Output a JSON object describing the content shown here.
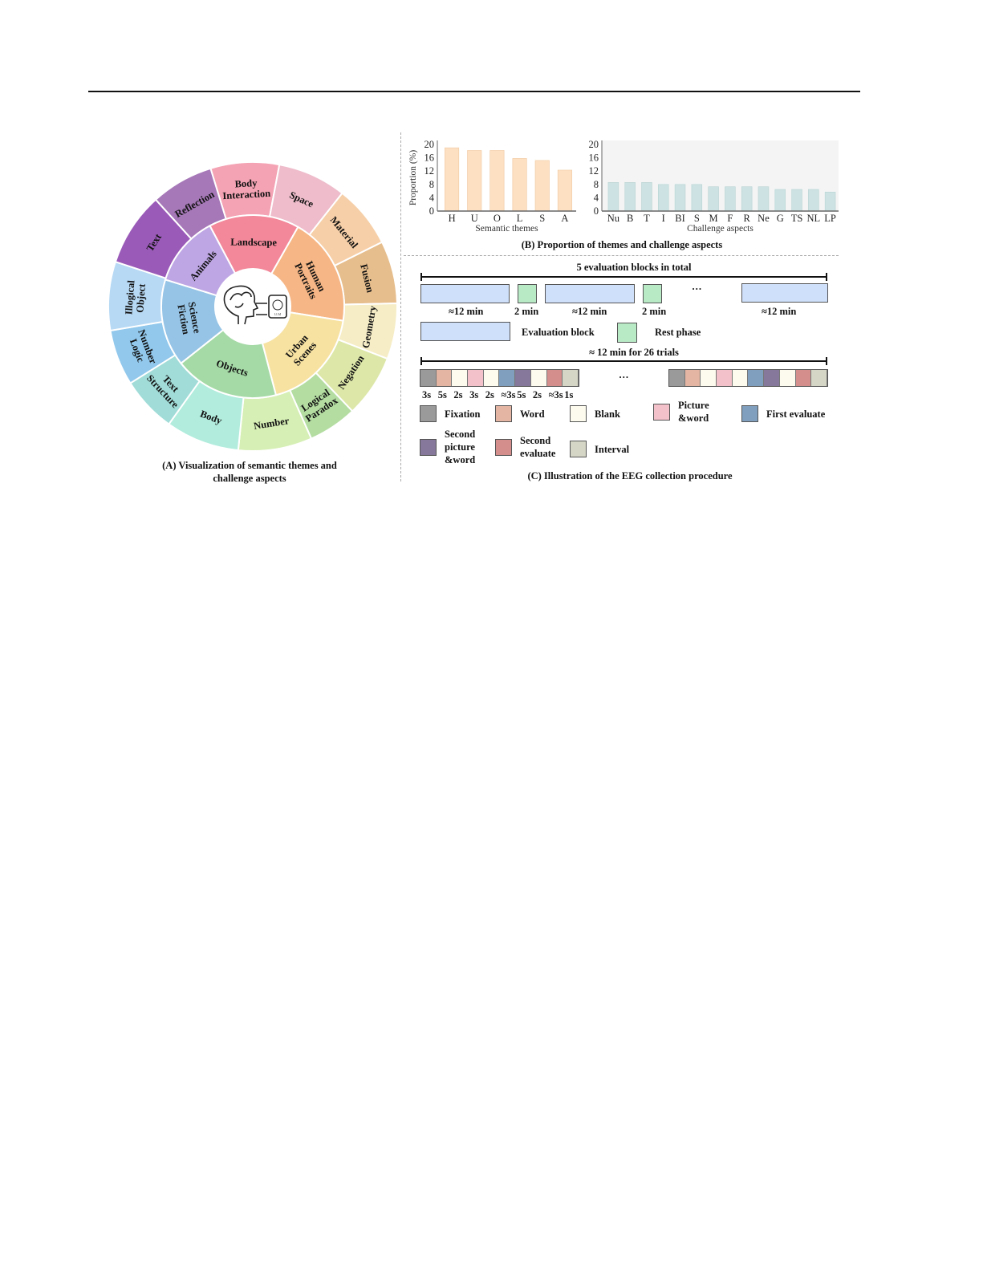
{
  "panel_a": {
    "caption_line1": "(A) Visualization of semantic themes and",
    "caption_line2": "challenge aspects",
    "center_icon": "brain-llm-icon",
    "center_icon_text": "LLM",
    "inner_ring": [
      {
        "name": "Landscape",
        "value": 15.8,
        "color": "#f2889a"
      },
      {
        "name": "Human Portraits",
        "value": 19.0,
        "color": "#f6b685"
      },
      {
        "name": "Urban Scenes",
        "value": 18.2,
        "color": "#f7e2a2"
      },
      {
        "name": "Objects",
        "value": 18.2,
        "color": "#a5d9a6"
      },
      {
        "name": "Science Fiction",
        "value": 15.2,
        "color": "#96c4e6"
      },
      {
        "name": "Animals",
        "value": 12.3,
        "color": "#bea6e4"
      }
    ],
    "outer_ring": [
      {
        "name": "Body Interaction",
        "value": 8.0,
        "color": "#f4a3b4"
      },
      {
        "name": "Space",
        "value": 8.0,
        "color": "#eebccb"
      },
      {
        "name": "Material",
        "value": 7.3,
        "color": "#f6cfa8"
      },
      {
        "name": "Fusion",
        "value": 7.3,
        "color": "#e6bd8c"
      },
      {
        "name": "Geometry",
        "value": 6.5,
        "color": "#f6edc6"
      },
      {
        "name": "Negation",
        "value": 7.3,
        "color": "#dde7a8"
      },
      {
        "name": "Logical Paradox",
        "value": 5.7,
        "color": "#b4dda2"
      },
      {
        "name": "Number",
        "value": 8.6,
        "color": "#d6efb5"
      },
      {
        "name": "Body",
        "value": 8.6,
        "color": "#b1ecdc"
      },
      {
        "name": "Text Structure",
        "value": 6.5,
        "color": "#a1dcd8"
      },
      {
        "name": "Number Logic",
        "value": 6.5,
        "color": "#91c8ec"
      },
      {
        "name": "Illogical Object",
        "value": 8.0,
        "color": "#b7d9f4"
      },
      {
        "name": "Text",
        "value": 8.6,
        "color": "#9a5bb8"
      },
      {
        "name": "Reflection",
        "value": 7.3,
        "color": "#a678b8"
      }
    ]
  },
  "panel_b": {
    "caption": "(B) Proportion of themes and challenge aspects"
  },
  "chart_data": [
    {
      "type": "bar",
      "categories": [
        "H",
        "U",
        "O",
        "L",
        "S",
        "A"
      ],
      "values": [
        19.0,
        18.2,
        18.2,
        15.8,
        15.2,
        12.3
      ],
      "xlabel": "Semantic themes",
      "ylabel": "Proportion (%)",
      "ylim": [
        0,
        20
      ],
      "yticks": [
        "0",
        "4",
        "8",
        "12",
        "16",
        "20"
      ],
      "color": "#fde0c2",
      "grid": false
    },
    {
      "type": "bar",
      "categories": [
        "Nu",
        "B",
        "T",
        "I",
        "BI",
        "S",
        "M",
        "F",
        "R",
        "Ne",
        "G",
        "TS",
        "NL",
        "LP"
      ],
      "values": [
        8.6,
        8.6,
        8.6,
        8.0,
        8.0,
        8.0,
        7.3,
        7.3,
        7.3,
        7.3,
        6.5,
        6.5,
        6.5,
        5.7
      ],
      "xlabel": "Challenge aspects",
      "ylabel": "",
      "ylim": [
        0,
        20
      ],
      "yticks": [
        "0",
        "4",
        "8",
        "12",
        "16",
        "20"
      ],
      "color": "#cde3e3",
      "grid": false
    }
  ],
  "panel_c": {
    "caption": "(C) Illustration of the EEG collection procedure",
    "blocks_title": "5 evaluation blocks in total",
    "block_labels": [
      "≈12  min",
      "2  min",
      "≈12  min",
      "2  min",
      "≈12  min"
    ],
    "ellipsis": "…",
    "legend_eval": "Evaluation block",
    "legend_rest": "Rest phase",
    "trials_title": "≈ 12 min for 26 trials",
    "durations": [
      "3s",
      "5s",
      "2s",
      "3s",
      "2s",
      "≈3s",
      "5s",
      "2s",
      "≈3s",
      "1s"
    ],
    "trial_colors": [
      "#9a9a9a",
      "#e4b5a2",
      "#fdfbee",
      "#f2c1c9",
      "#fdfbee",
      "#809fbf",
      "#85789a",
      "#fdfbee",
      "#d48f8c",
      "#d5d6c6"
    ],
    "eval_color": "#cfe0fb",
    "rest_color": "#b8eac6",
    "legend": [
      {
        "label": "Fixation",
        "color": "#9a9a9a"
      },
      {
        "label": "Word",
        "color": "#e4b5a2"
      },
      {
        "label": "Blank",
        "color": "#fdfbee"
      },
      {
        "label": "Picture\n&word",
        "color": "#f2c1c9"
      },
      {
        "label": "First evaluate",
        "color": "#809fbf"
      },
      {
        "label": "Second\npicture\n&word",
        "color": "#85789a"
      },
      {
        "label": "Second\nevaluate",
        "color": "#d48f8c"
      },
      {
        "label": "Interval",
        "color": "#d5d6c6"
      }
    ]
  }
}
